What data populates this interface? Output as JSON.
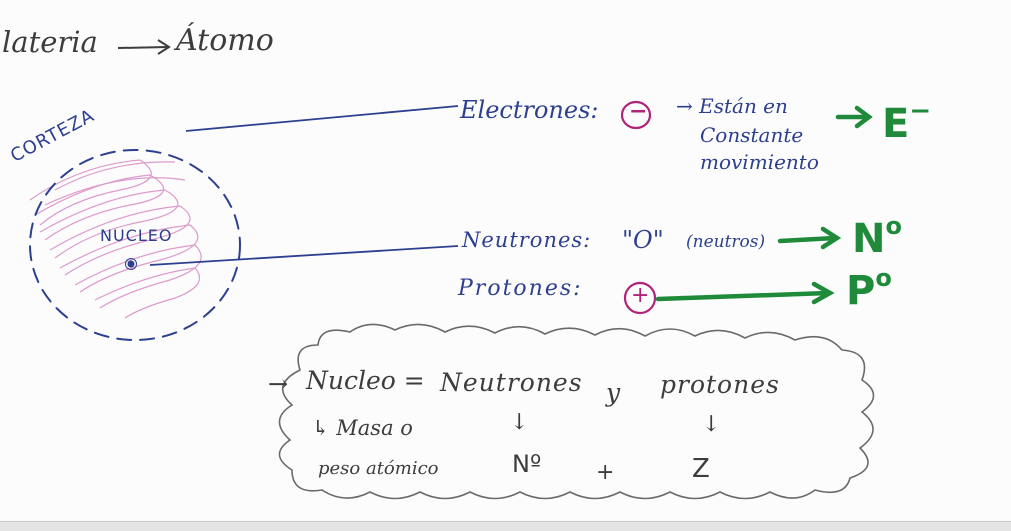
{
  "header": {
    "materia": "lateria",
    "atomo": "Átomo"
  },
  "atom": {
    "corteza_label": "CORTEZA",
    "nucleo_label": "NUCLEO"
  },
  "electrones": {
    "label": "Electrones:",
    "sign": "−",
    "description_lines": [
      "→ Están en",
      "Constante",
      "movimiento"
    ],
    "symbol": "E",
    "symbol_sup": "−"
  },
  "neutrones": {
    "label": "Neutrones:",
    "charge": "\"O\"",
    "note": "(neutros)",
    "symbol": "N",
    "symbol_sup": "o"
  },
  "protones": {
    "label": "Protones:",
    "sign": "+",
    "symbol": "P",
    "symbol_sup": "o"
  },
  "cloud": {
    "line1_prefix": "→",
    "line1_left": "Nucleo =",
    "line1_mid": "Neutrones",
    "line1_conj": "y",
    "line1_right": "protones",
    "line2_a": "↳ Masa o",
    "line3_a": "peso atómico",
    "arrow_down": "↓",
    "sym_left": "Nº",
    "plus": "+",
    "sym_right": "Z"
  },
  "colors": {
    "pencil": "#3d3d3d",
    "blue_ink": "#2d3f8f",
    "green_marker": "#1e8a3a",
    "magenta_ink": "#b0237a",
    "pink_hatch": "#d88ac4"
  }
}
